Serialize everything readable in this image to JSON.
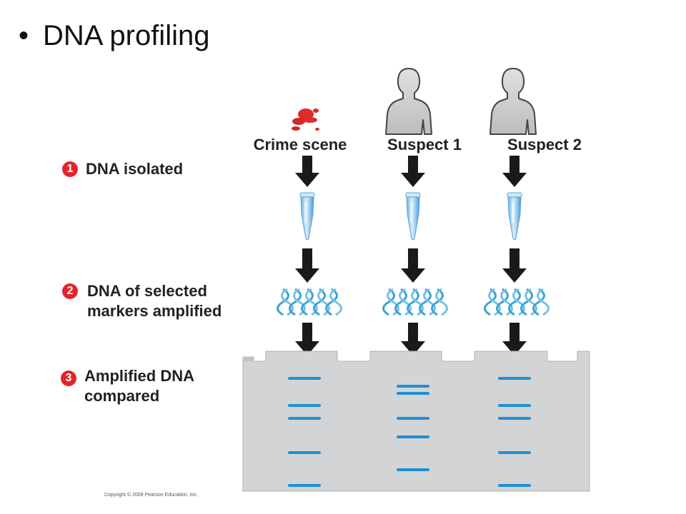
{
  "slide": {
    "bullet": "•",
    "title": "DNA profiling"
  },
  "columns": [
    {
      "label": "Crime scene",
      "icon": "blood-drop-icon",
      "bands": 5
    },
    {
      "label": "Suspect 1",
      "icon": "person-icon",
      "bands": 5
    },
    {
      "label": "Suspect 2",
      "icon": "person-icon",
      "bands": 5
    }
  ],
  "steps": [
    {
      "number": "1",
      "lines": [
        "DNA isolated"
      ]
    },
    {
      "number": "2",
      "lines": [
        "DNA of selected",
        "markers amplified"
      ]
    },
    {
      "number": "3",
      "lines": [
        "Amplified DNA",
        "compared"
      ]
    }
  ],
  "copyright": "Copyright © 2009 Pearson Education, Inc.",
  "colors": {
    "badge": "#e4242b",
    "band": "#1e90d6",
    "dna": "#3aa4d8",
    "gel": "#d3d4d6",
    "arrow": "#1a1a1a",
    "blood": "#e02b2b"
  }
}
